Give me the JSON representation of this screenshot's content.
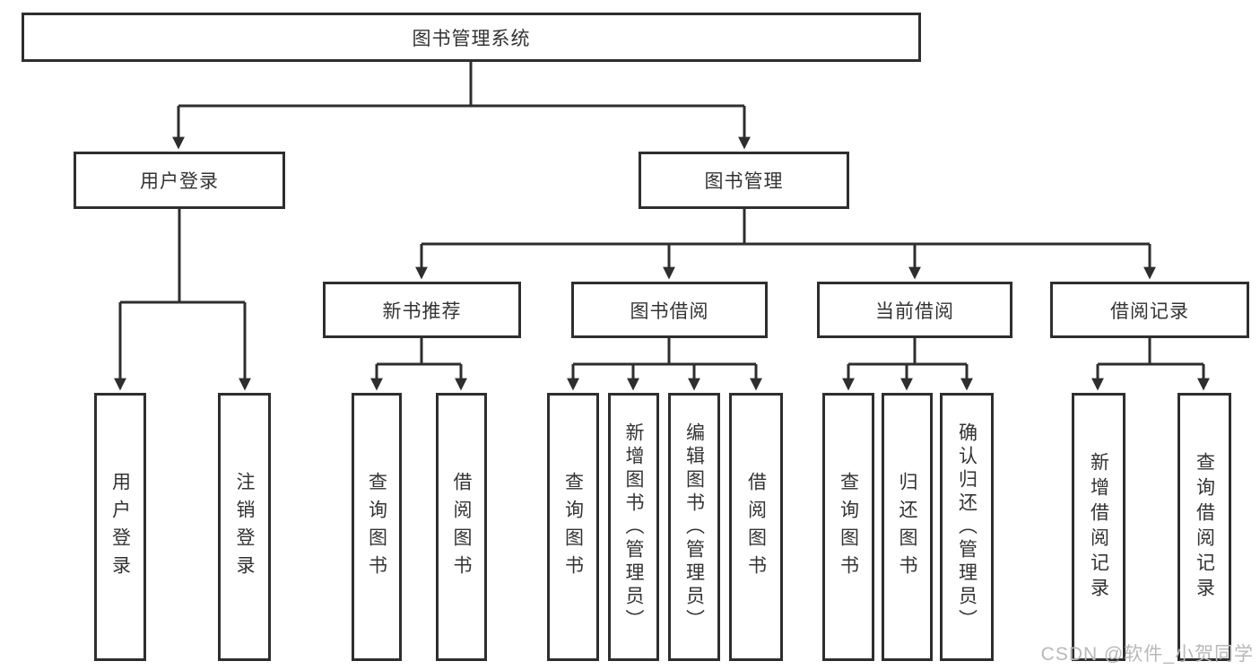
{
  "diagram": {
    "colors": {
      "line": "#2e2e2e",
      "text": "#333333",
      "box_background": "#ffffff",
      "page_background": "#ffffff",
      "watermark": "#b8b8b8"
    },
    "watermark": "CSDN @软件_小贺同学",
    "nodes": {
      "root": {
        "label": "图书管理系统"
      },
      "user_login": {
        "label": "用户登录"
      },
      "book_mgmt": {
        "label": "图书管理"
      },
      "new_book_rec": {
        "label": "新书推荐"
      },
      "book_borrow": {
        "label": "图书借阅"
      },
      "current_borrow": {
        "label": "当前借阅"
      },
      "borrow_record": {
        "label": "借阅记录"
      },
      "leaves": {
        "user_login": {
          "label": "用户登录"
        },
        "logout": {
          "label": "注销登录"
        },
        "nbr_query_books": {
          "label": "查询图书"
        },
        "nbr_borrow_books": {
          "label": "借阅图书"
        },
        "bb_query_books": {
          "label": "查询图书"
        },
        "bb_add_books": {
          "label": "新增图书（管理员）"
        },
        "bb_edit_books": {
          "label": "编辑图书（管理员）"
        },
        "bb_borrow_books": {
          "label": "借阅图书"
        },
        "cb_query_books": {
          "label": "查询图书"
        },
        "cb_return_books": {
          "label": "归还图书"
        },
        "cb_confirm_return": {
          "label": "确认归还（管理员）"
        },
        "br_add_record": {
          "label": "新增借阅记录"
        },
        "br_query_record": {
          "label": "查询借阅记录"
        }
      }
    },
    "hierarchy": {
      "图书管理系统": {
        "用户登录": [
          "用户登录",
          "注销登录"
        ],
        "图书管理": {
          "新书推荐": [
            "查询图书",
            "借阅图书"
          ],
          "图书借阅": [
            "查询图书",
            "新增图书（管理员）",
            "编辑图书（管理员）",
            "借阅图书"
          ],
          "当前借阅": [
            "查询图书",
            "归还图书",
            "确认归还（管理员）"
          ],
          "借阅记录": [
            "新增借阅记录",
            "查询借阅记录"
          ]
        }
      }
    }
  }
}
